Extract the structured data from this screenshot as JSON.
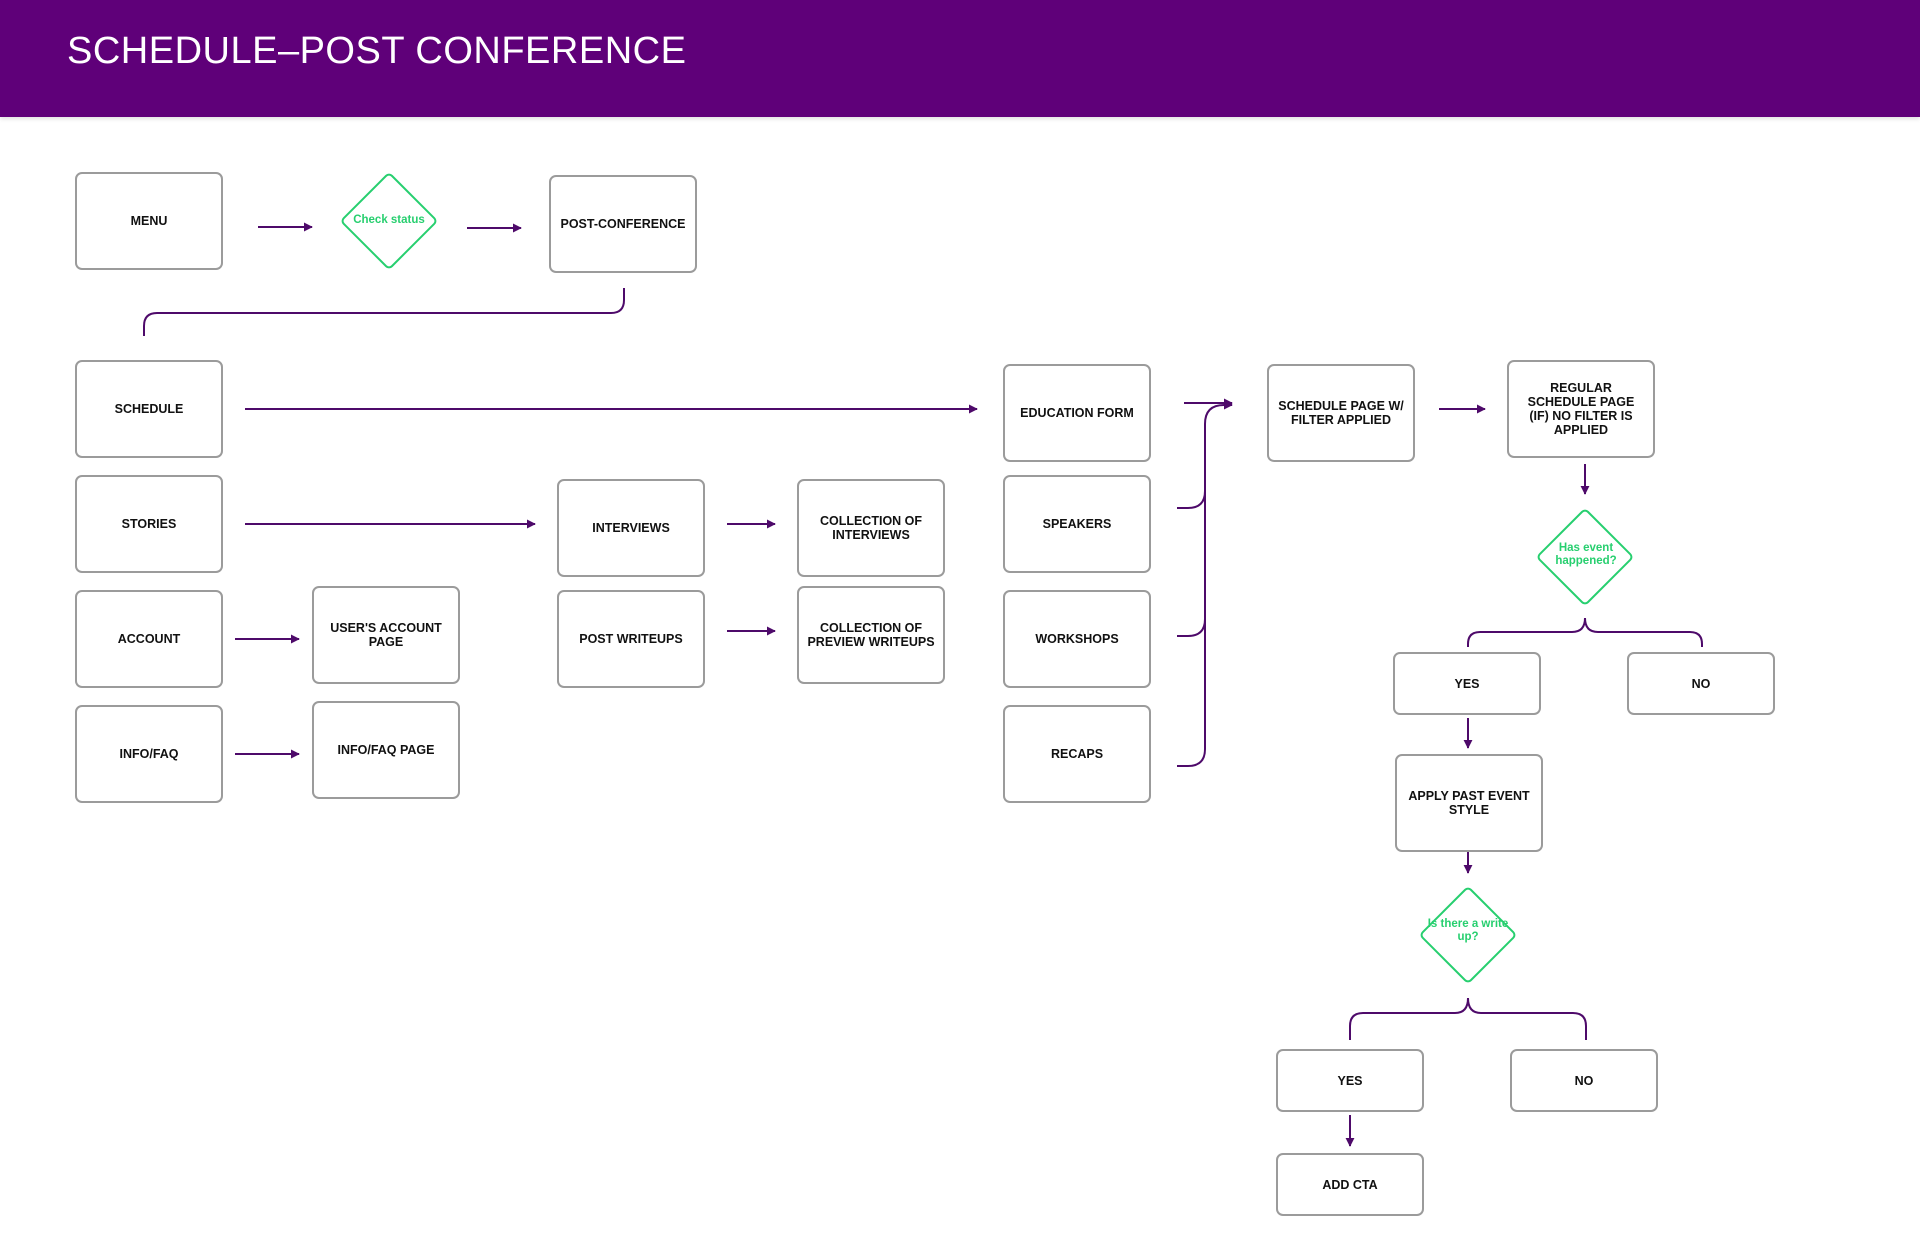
{
  "header": {
    "title": "SCHEDULE–POST CONFERENCE"
  },
  "colors": {
    "header_bg": "#5f0079",
    "connector": "#4e0a6a",
    "decision": "#27cf6f",
    "box_border": "#9b9b9b"
  },
  "nodes": {
    "menu": "MENU",
    "check_status": "Check status",
    "post_conference": "POST-CONFERENCE",
    "schedule": "SCHEDULE",
    "stories": "STORIES",
    "account": "ACCOUNT",
    "info_faq": "INFO/FAQ",
    "users_account_page": "USER'S ACCOUNT PAGE",
    "info_faq_page": "INFO/FAQ PAGE",
    "interviews": "INTERVIEWS",
    "post_writeups": "POST WRITEUPS",
    "collection_interviews": "COLLECTION OF INTERVIEWS",
    "collection_preview_writeups": "COLLECTION OF PREVIEW WRITEUPS",
    "education_form": "EDUCATION FORM",
    "speakers": "SPEAKERS",
    "workshops": "WORKSHOPS",
    "recaps": "RECAPS",
    "schedule_filter": "SCHEDULE PAGE W/ FILTER APPLIED",
    "regular_schedule": "REGULAR SCHEDULE PAGE (IF) NO FILTER IS APPLIED",
    "has_event_happened": "Has event happened?",
    "yes_1": "YES",
    "no_1": "NO",
    "apply_past_event_style": "APPLY PAST EVENT STYLE",
    "is_there_write_up": "Is there a write up?",
    "yes_2": "YES",
    "no_2": "NO",
    "add_cta": "ADD CTA"
  }
}
